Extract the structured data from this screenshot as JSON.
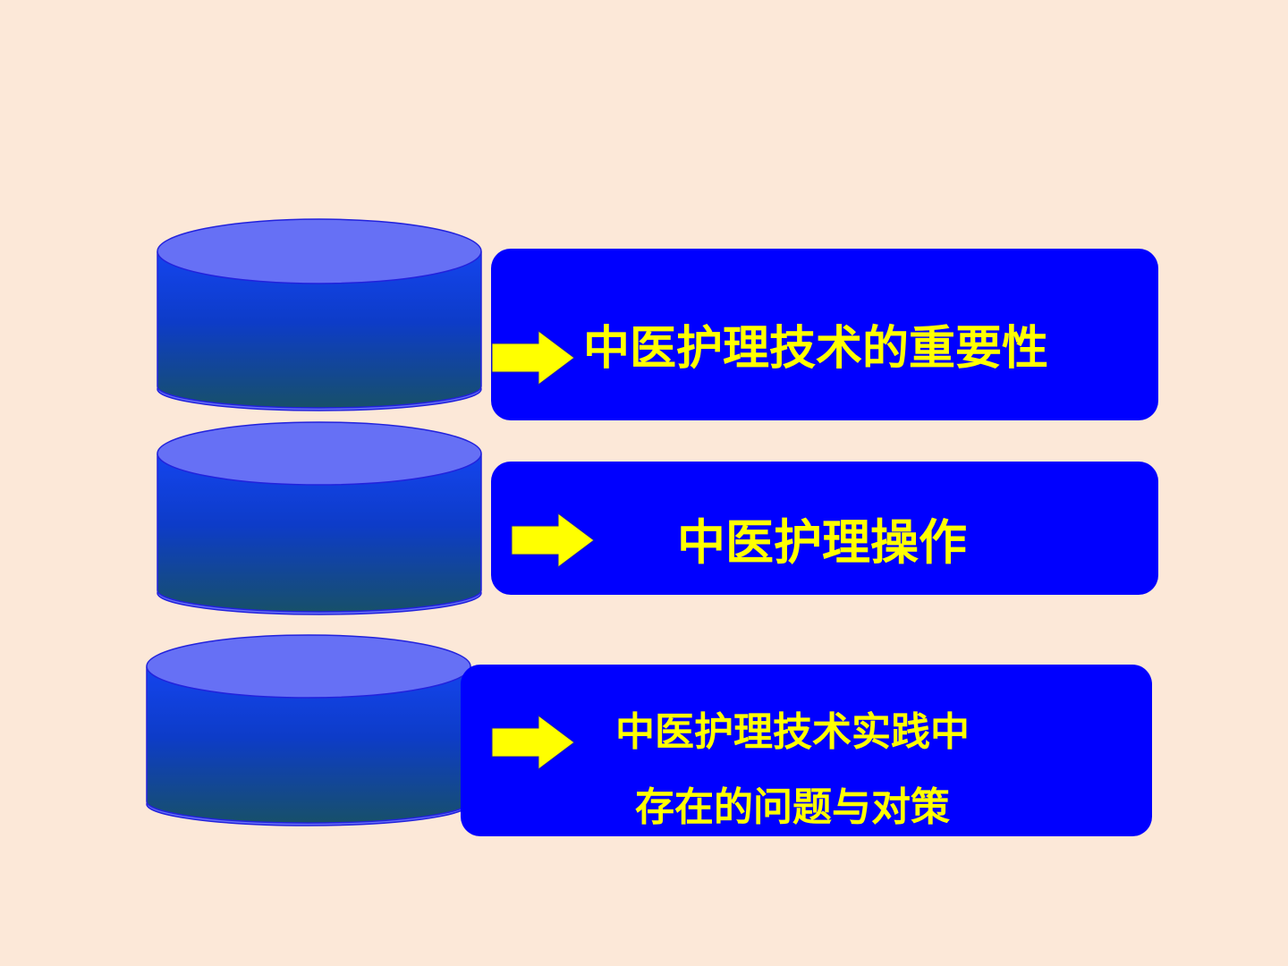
{
  "colors": {
    "background": "#fce8d8",
    "box": "#0000ff",
    "text": "#ffff00",
    "arrow": "#ffff00",
    "cylinder_top": "#6670f5",
    "cylinder_side_top": "#1540e8",
    "cylinder_side_bottom": "#17506a"
  },
  "items": [
    {
      "label": "中医护理技术的重要性",
      "icon": "arrow-right-icon"
    },
    {
      "label": "中医护理操作",
      "icon": "arrow-right-icon"
    },
    {
      "label_line1": "中医护理技术实践中",
      "label_line2": "存在的问题与对策",
      "icon": "arrow-right-icon"
    }
  ]
}
